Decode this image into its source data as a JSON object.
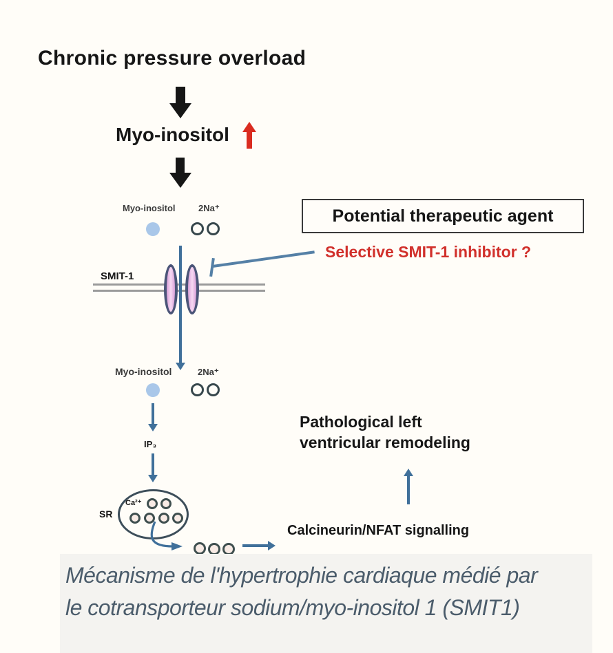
{
  "diagram": {
    "title": "Chronic pressure overload",
    "myo_inositol_flow": "Myo-inositol",
    "transporter": {
      "substrate_label": "Myo-inositol",
      "sodium_label": "2Na⁺",
      "name": "SMIT-1"
    },
    "therapeutic": {
      "box_label": "Potential therapeutic agent",
      "inhibitor_label": "Selective SMIT-1 inhibitor ?"
    },
    "intracellular": {
      "substrate_label": "Myo-inositol",
      "sodium_label": "2Na⁺",
      "ip3_label": "IP₃",
      "sr_label": "SR",
      "calcium_label": "Ca²⁺"
    },
    "signalling": {
      "calcineurin_label": "Calcineurin/NFAT signalling",
      "outcome_line1": "Pathological left",
      "outcome_line2": "ventricular remodeling"
    }
  },
  "caption": {
    "line1": "Mécanisme de l'hypertrophie cardiaque médié par",
    "line2": "le cotransporteur sodium/myo-inositol 1 (SMIT1)"
  },
  "colors": {
    "highlight_red": "#d1302b",
    "pathway_blue": "#40709a",
    "membrane_gray": "#9a9a9a",
    "transporter_pink": "#e8b0e6",
    "myo_inositol_blue": "#a9c7e9",
    "caption_text": "#4b5c6b",
    "caption_background": "#f4f3f0"
  }
}
